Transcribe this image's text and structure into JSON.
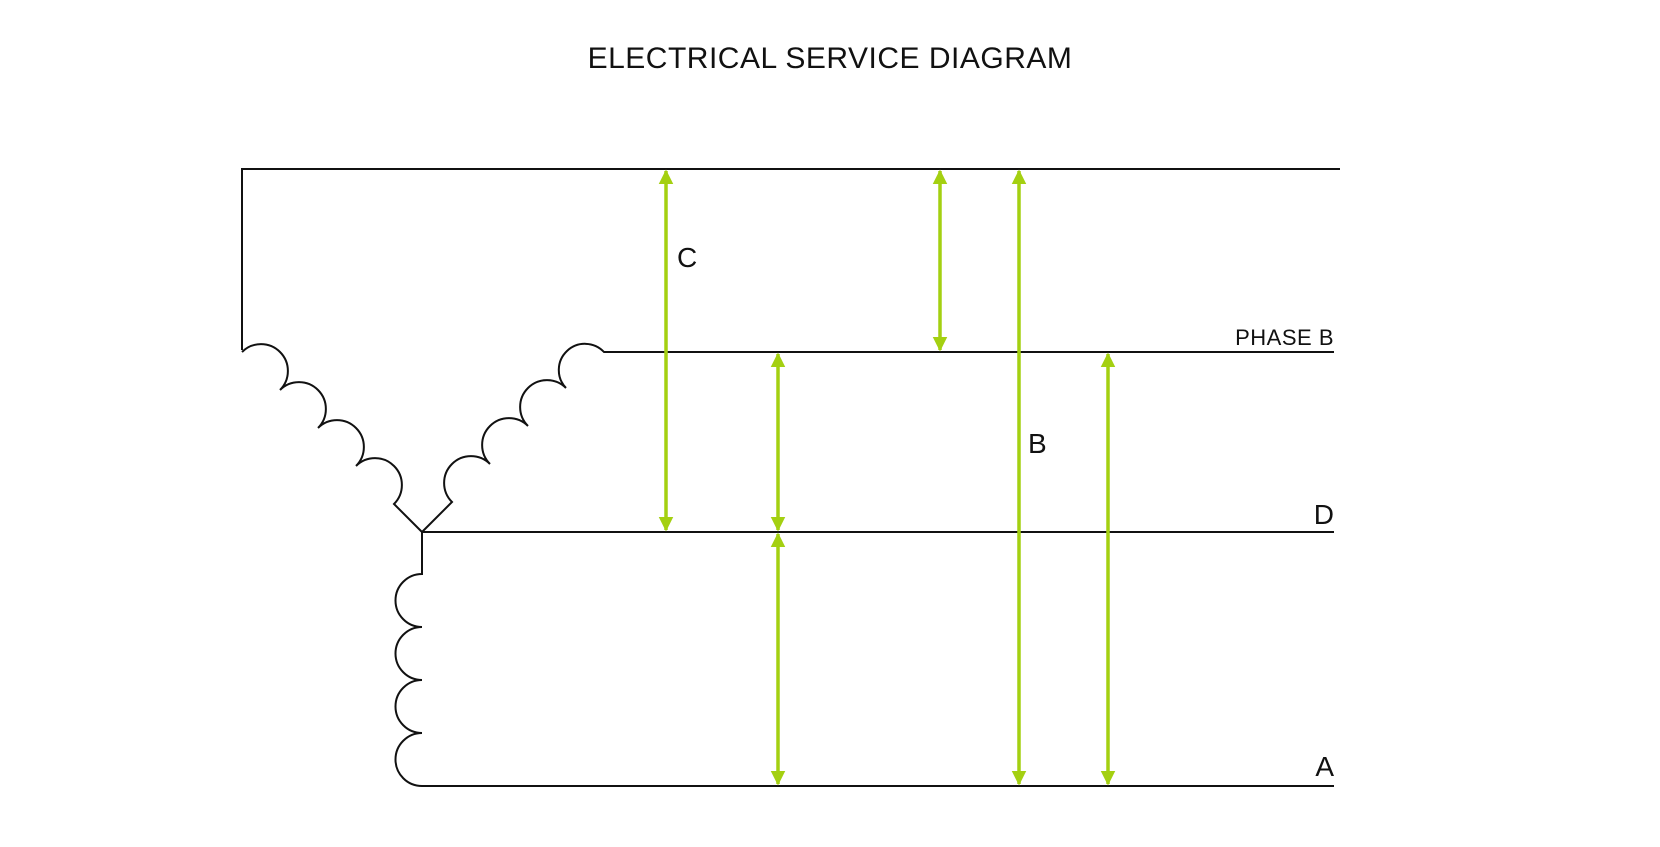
{
  "title": "ELECTRICAL SERVICE DIAGRAM",
  "accent_color": "#a4d011",
  "wire_color": "#111111",
  "line_labels": {
    "phase_b": "PHASE B",
    "d": "D",
    "a": "A"
  },
  "arrow_labels": {
    "c": "C",
    "b": "B"
  }
}
